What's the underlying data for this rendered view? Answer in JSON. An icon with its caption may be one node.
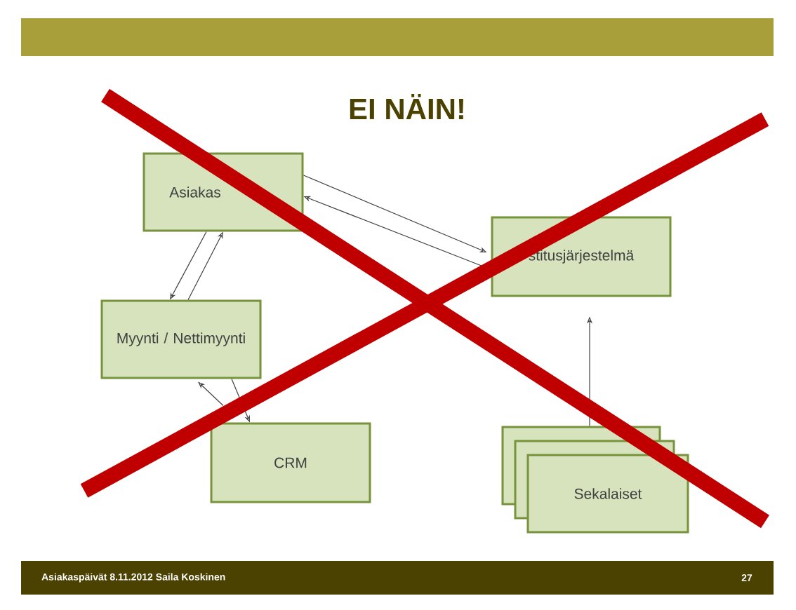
{
  "diagram": {
    "title": "EI NÄIN!",
    "nodes": [
      {
        "text": [
          "Asiakas"
        ]
      },
      {
        "text": [
          "stitusjärjestelmä"
        ]
      },
      {
        "text": [
          "Myynti / Nettimyynti"
        ]
      },
      {
        "text": [
          "CRM"
        ]
      },
      {
        "text": [
          "Sekalaiset"
        ]
      }
    ],
    "edges": [
      {
        "from": 0,
        "to": 1,
        "arrow": "to"
      },
      {
        "from": 1,
        "to": 0,
        "arrow": "to"
      },
      {
        "from": 0,
        "to": 2,
        "arrow": "to"
      },
      {
        "from": 2,
        "to": 0,
        "arrow": "to"
      },
      {
        "from": 3,
        "to": 2,
        "arrow": "to"
      },
      {
        "from": 2,
        "to": 3,
        "arrow": "to"
      },
      {
        "from": 4,
        "to": 1,
        "arrow": "to"
      }
    ],
    "labels": [
      "Asiakaspäivät 8.11.2012 Saila Koskinen",
      "27"
    ]
  }
}
